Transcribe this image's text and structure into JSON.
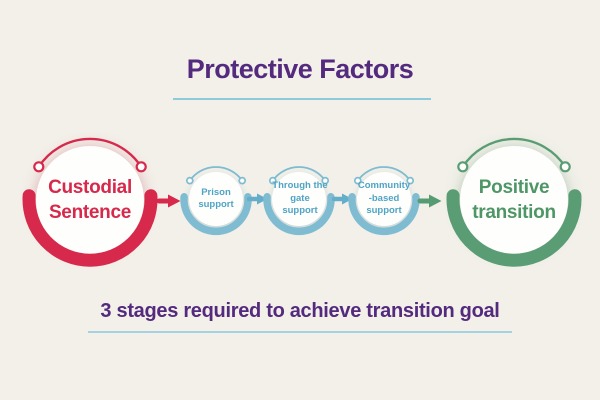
{
  "title": "Protective Factors",
  "caption": "3 stages required to achieve transition goal",
  "flow": {
    "start": {
      "label": "Custodial\nSentence"
    },
    "stages": [
      {
        "label": "Prison\nsupport"
      },
      {
        "label": "Through the\ngate\nsupport"
      },
      {
        "label": "Community\n-based\nsupport"
      }
    ],
    "end": {
      "label": "Positive\ntransition"
    }
  },
  "colors": {
    "background": "#f2f0e9",
    "heading_text": "#532a7e",
    "start_accent": "#d6294b",
    "stage_ring": "#7fbcd2",
    "stage_text": "#4fa4c5",
    "end_accent": "#5a9d74",
    "underline": "#8ec9dc"
  }
}
